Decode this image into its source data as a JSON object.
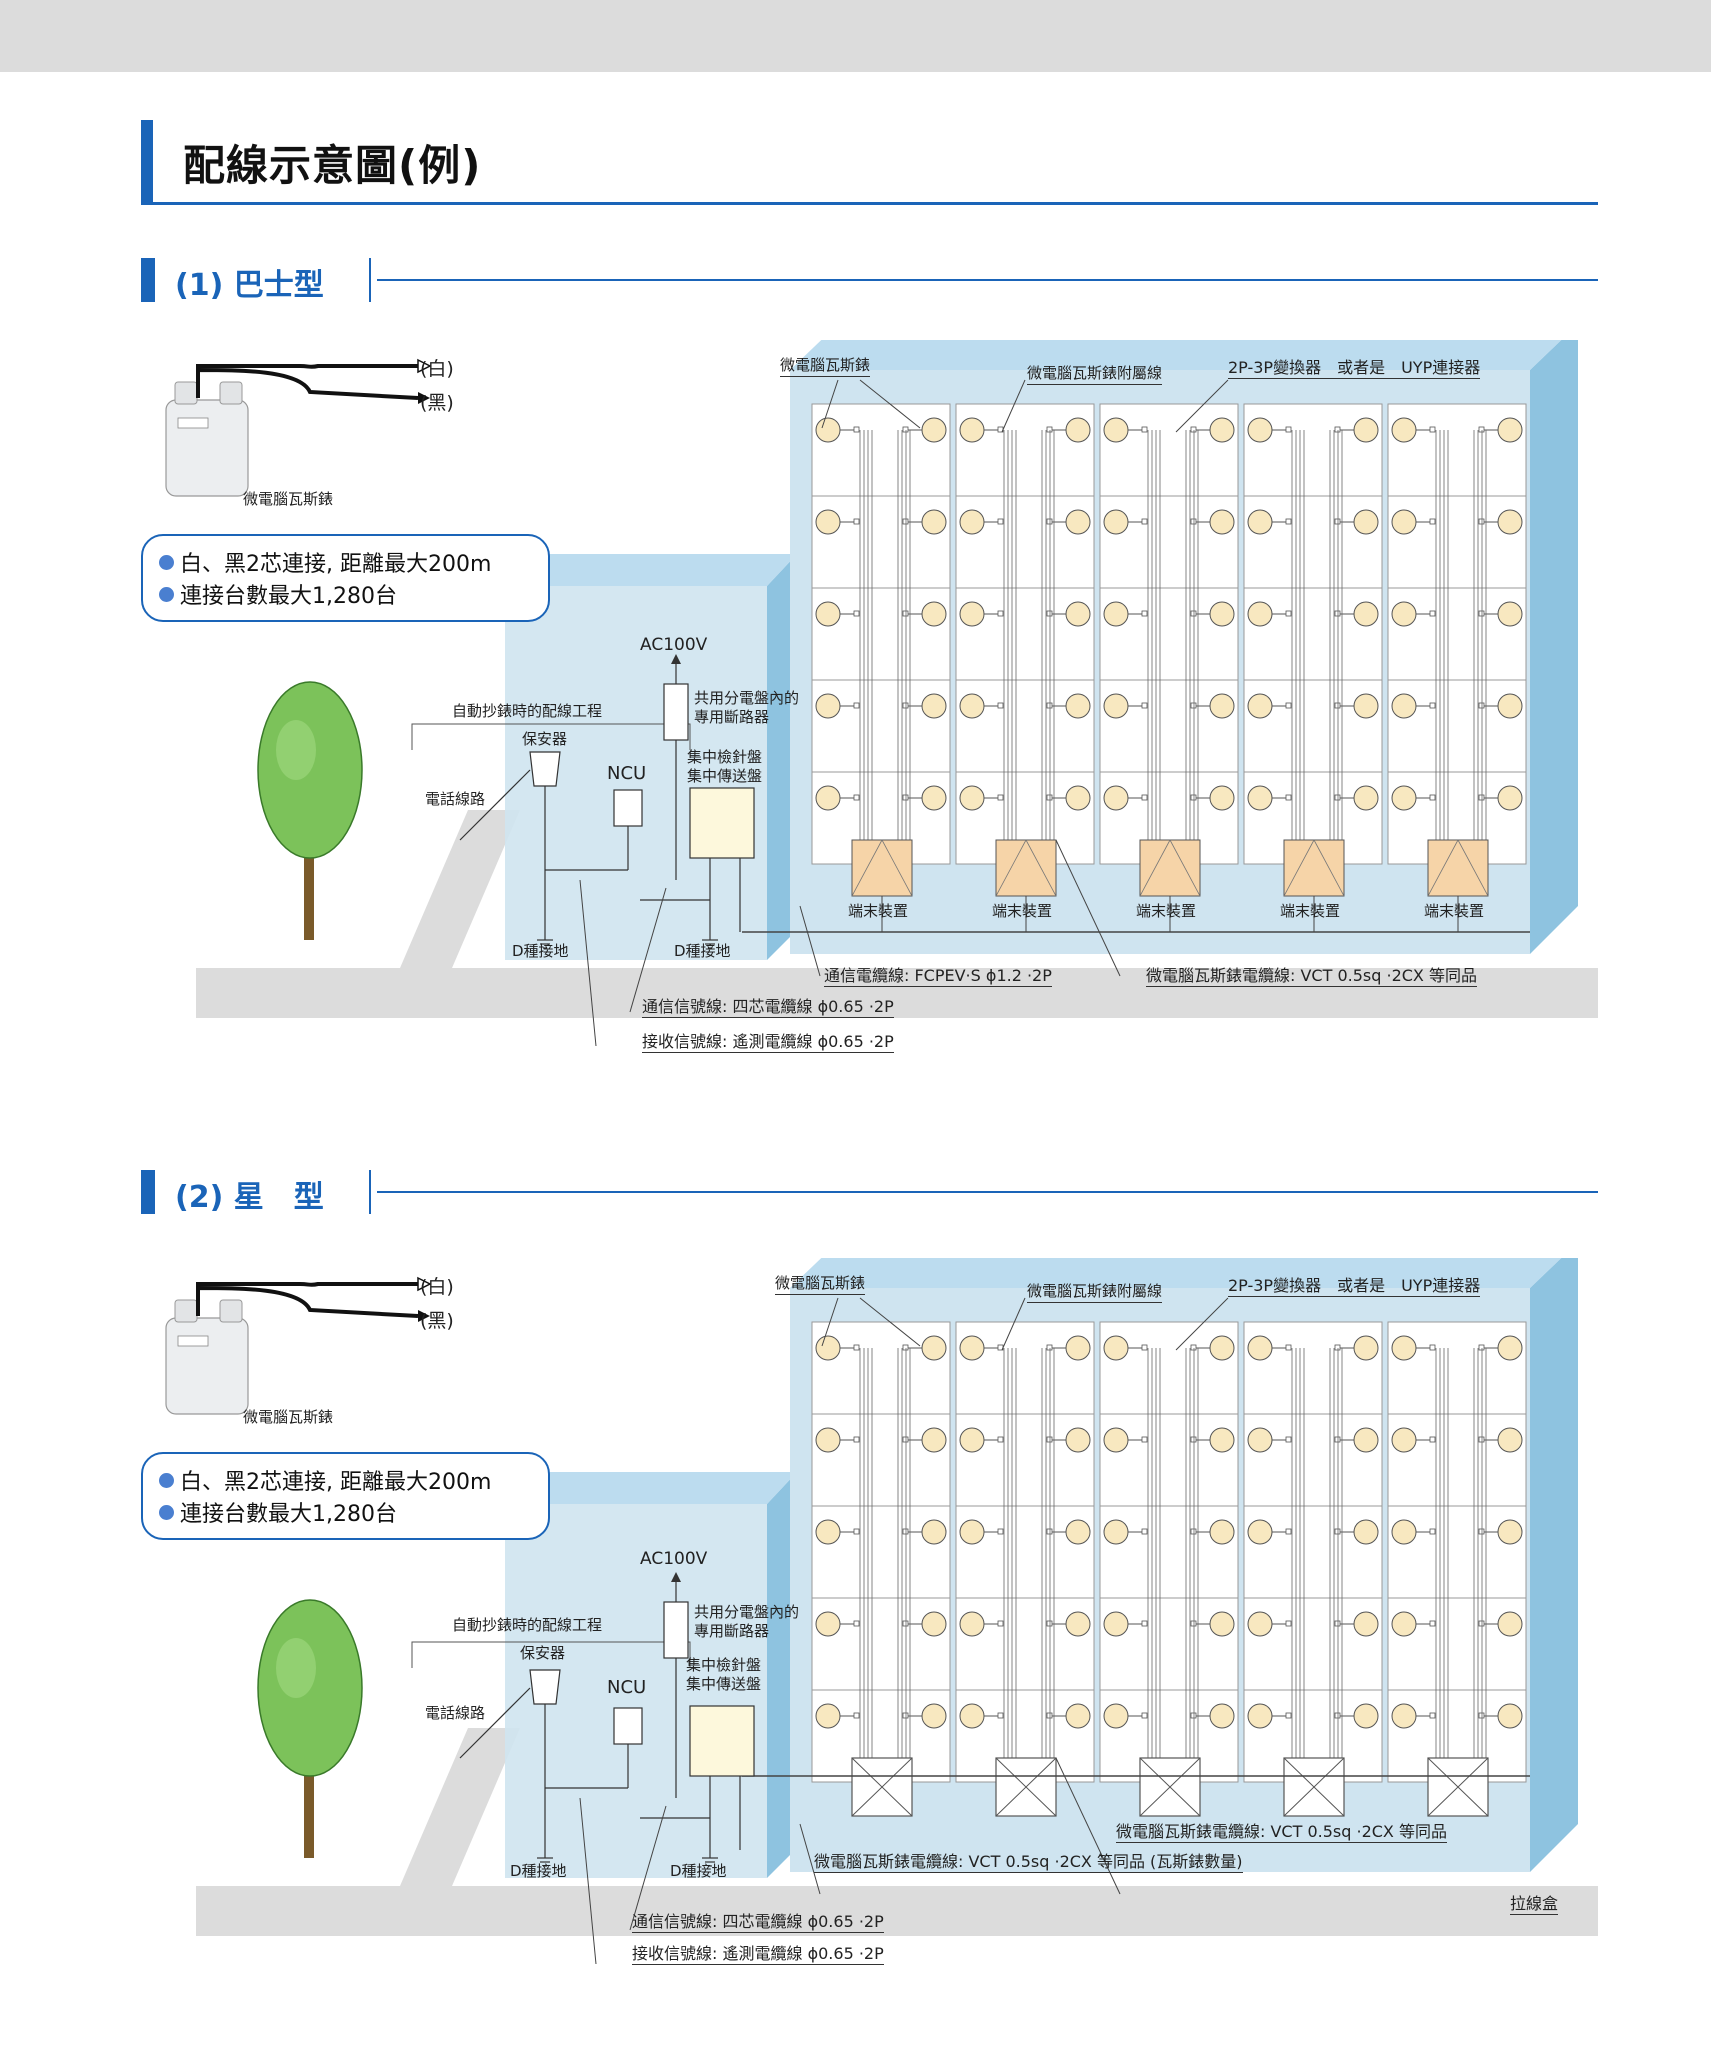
{
  "page_title": "配線示意圖(例)",
  "colors": {
    "accent": "#1a64b8",
    "building": "#cfe4f0",
    "building_side": "#8ec3e0",
    "ground": "#dcdcdc",
    "panel": "#fdf8dc",
    "terminal": "#f6d4a8"
  },
  "sections": [
    {
      "title": "(1) 巴士型",
      "wire_white": "(白)",
      "wire_black": "(黑)",
      "meter_label": "微電腦瓦斯錶",
      "info": [
        "白、黑2芯連接, 距離最大200m",
        "連接台數最大1,280台"
      ],
      "ac_label": "AC100V",
      "breaker_label": [
        "共用分電盤內的",
        "專用斷路器"
      ],
      "wiring_label": "自動抄錶時的配線工程",
      "protector_label": "保安器",
      "ncu_label": "NCU",
      "panel_label": [
        "集中檢針盤",
        "集中傳送盤"
      ],
      "phone_label": "電話線路",
      "ground_left": "D種接地",
      "ground_right": "D種接地",
      "top_meter": "微電腦瓦斯錶",
      "top_attached": "微電腦瓦斯錶附屬線",
      "top_converter": "2P-3P變換器　或者是　UYP連接器",
      "terminal_label": "端末裝置",
      "cable_comm": "通信電纜線: FCPEV·S ϕ1.2 ·2P",
      "cable_meter": "微電腦瓦斯錶電纜線: VCT 0.5sq ·2CX 等同品",
      "cable_tx": "通信信號線: 四芯電纜線 ϕ0.65 ·2P",
      "cable_rx": "接收信號線: 遙測電纜線 ϕ0.65 ·2P"
    },
    {
      "title": "(2) 星　型",
      "wire_white": "(白)",
      "wire_black": "(黑)",
      "meter_label": "微電腦瓦斯錶",
      "info": [
        "白、黑2芯連接, 距離最大200m",
        "連接台數最大1,280台"
      ],
      "ac_label": "AC100V",
      "breaker_label": [
        "共用分電盤內的",
        "專用斷路器"
      ],
      "wiring_label": "自動抄錶時的配線工程",
      "protector_label": "保安器",
      "ncu_label": "NCU",
      "panel_label": [
        "集中檢針盤",
        "集中傳送盤"
      ],
      "phone_label": "電話線路",
      "ground_left": "D種接地",
      "ground_right": "D種接地",
      "top_meter": "微電腦瓦斯錶",
      "top_attached": "微電腦瓦斯錶附屬線",
      "top_converter": "2P-3P變換器　或者是　UYP連接器",
      "cable_meter_right": "微電腦瓦斯錶電纜線: VCT 0.5sq ·2CX 等同品",
      "cable_meter_count": "微電腦瓦斯錶電纜線: VCT 0.5sq ·2CX 等同品 (瓦斯錶數量)",
      "pull_box": "拉線盒",
      "cable_tx": "通信信號線: 四芯電纜線 ϕ0.65 ·2P",
      "cable_rx": "接收信號線: 遙測電纜線 ϕ0.65 ·2P"
    }
  ]
}
